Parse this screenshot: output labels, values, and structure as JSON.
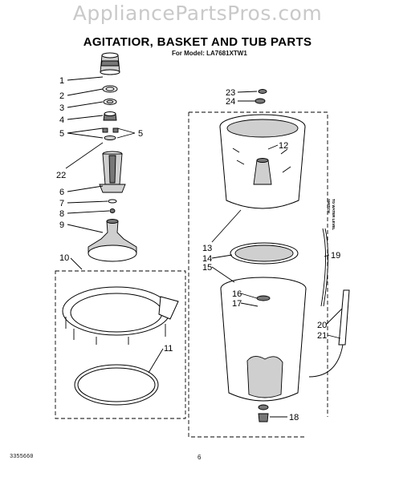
{
  "watermark": "AppliancePartsPros.com",
  "title": "AGITATIOR, BASKET AND TUB PARTS",
  "subtitle": "For Model: LA7681XTW1",
  "footer_code": "3355660",
  "footer_page": "6",
  "switch_note": [
    "TO WATER LEVEL",
    "SWITCH"
  ],
  "callouts": [
    "1",
    "2",
    "3",
    "4",
    "5",
    "5",
    "22",
    "6",
    "7",
    "8",
    "9",
    "10",
    "11",
    "23",
    "24",
    "12",
    "13",
    "14",
    "15",
    "16",
    "17",
    "19",
    "20",
    "21",
    "18"
  ]
}
